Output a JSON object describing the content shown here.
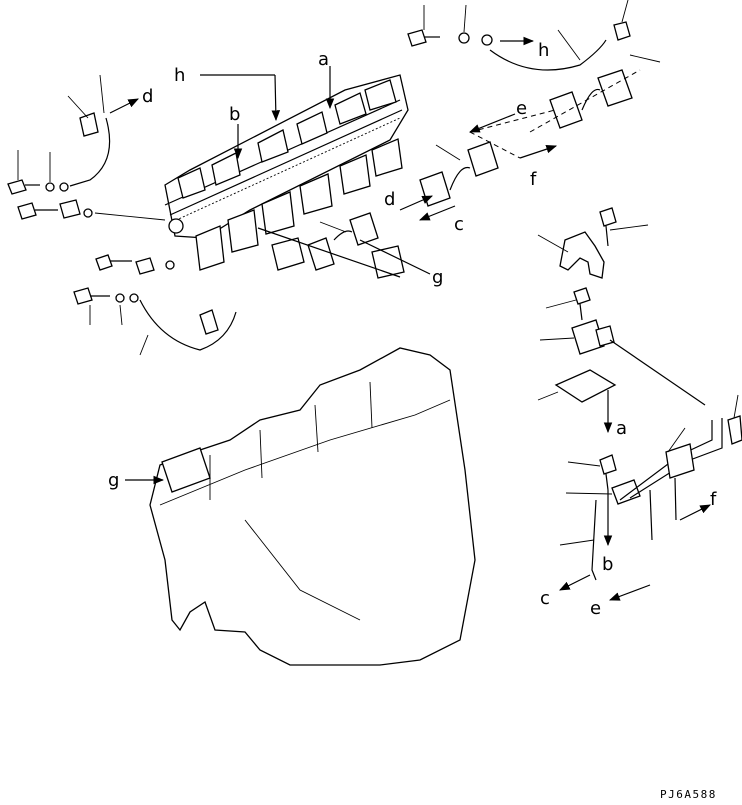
{
  "diagram": {
    "labels": {
      "a_top": "a",
      "b_top": "b",
      "h_left": "h",
      "h_right": "h",
      "d_left": "d",
      "d_mid": "d",
      "e_mid": "e",
      "f_mid": "f",
      "c_mid": "c",
      "g_mid": "g",
      "g_low": "g",
      "a_right": "a",
      "b_right": "b",
      "c_right": "c",
      "e_right": "e",
      "f_right": "f"
    },
    "drawing_code": "PJ6A588"
  }
}
